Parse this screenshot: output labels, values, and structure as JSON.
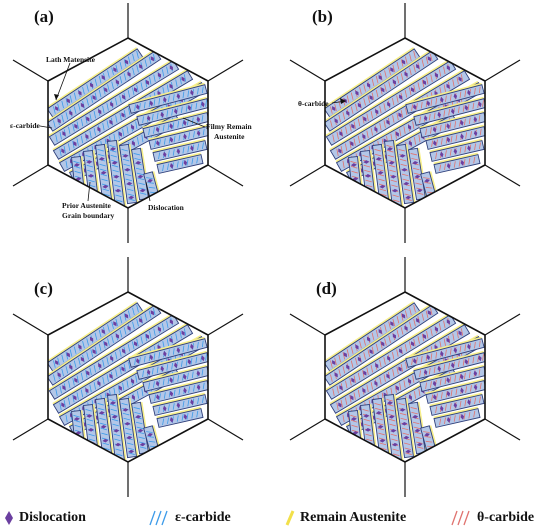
{
  "panels": [
    {
      "label": "(a)",
      "carbide": "eps"
    },
    {
      "label": "(b)",
      "carbide": "theta"
    },
    {
      "label": "(c)",
      "carbide": "eps"
    },
    {
      "label": "(d)",
      "carbide": "theta"
    }
  ],
  "annotations": {
    "lath_martensite": "Lath Matensite",
    "epsilon_carbide": "ε-carbide",
    "filmy_remain_1": "Filmy Remain",
    "filmy_remain_2": "Austenite",
    "prior_austenite_1": "Prior Austenite",
    "prior_austenite_2": "Grain boundary",
    "dislocation": "Dislocation",
    "theta_carbide": "θ-carbide"
  },
  "legend": [
    {
      "key": "dislocation",
      "label": "Dislocation",
      "symbol": "diamond",
      "color": "#6b3fa0"
    },
    {
      "key": "eps",
      "label": "ε-carbide",
      "symbol": "slashes",
      "color": "#3d9be9"
    },
    {
      "key": "remain",
      "label": "Remain Austenite",
      "symbol": "slash",
      "color": "#f2e04a"
    },
    {
      "key": "theta",
      "label": "θ-carbide",
      "symbol": "slashes",
      "color": "#e0736f"
    }
  ],
  "colors": {
    "lath_fill": "#b3c7e8",
    "lath_stroke": "#2f3f7a",
    "austenite": "#f7ef8a",
    "dislocation": "#6b3fa0",
    "eps_carbide": "#3d9be9",
    "theta_carbide": "#e0736f",
    "grain_boundary": "#111111"
  }
}
